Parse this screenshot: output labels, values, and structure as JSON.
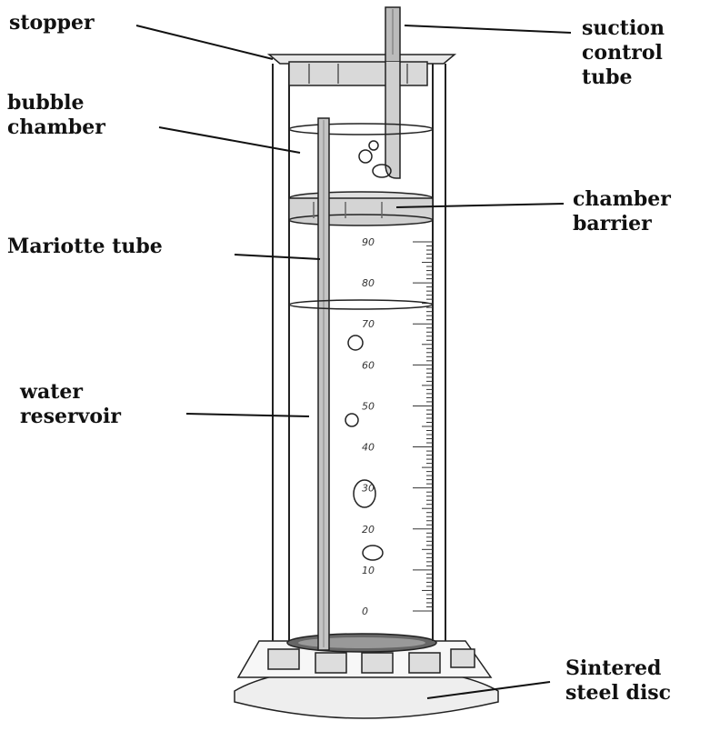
{
  "labels": {
    "stopper": "stopper",
    "suction_control_tube": [
      "suction",
      "control",
      "tube"
    ],
    "bubble_chamber": [
      "bubble",
      "chamber"
    ],
    "chamber_barrier": [
      "chamber",
      "barrier"
    ],
    "mariotte_tube": "Mariotte tube",
    "water_reservoir": [
      "water",
      "reservoir"
    ],
    "sintered_steel_disc": [
      "Sintered",
      "steel disc"
    ]
  },
  "scale_marks": [
    "90",
    "80",
    "70",
    "60",
    "50",
    "40",
    "30",
    "20",
    "10",
    "0"
  ],
  "colors": {
    "ink": "#222222",
    "label": "#111111",
    "glass": "#fafafa"
  }
}
